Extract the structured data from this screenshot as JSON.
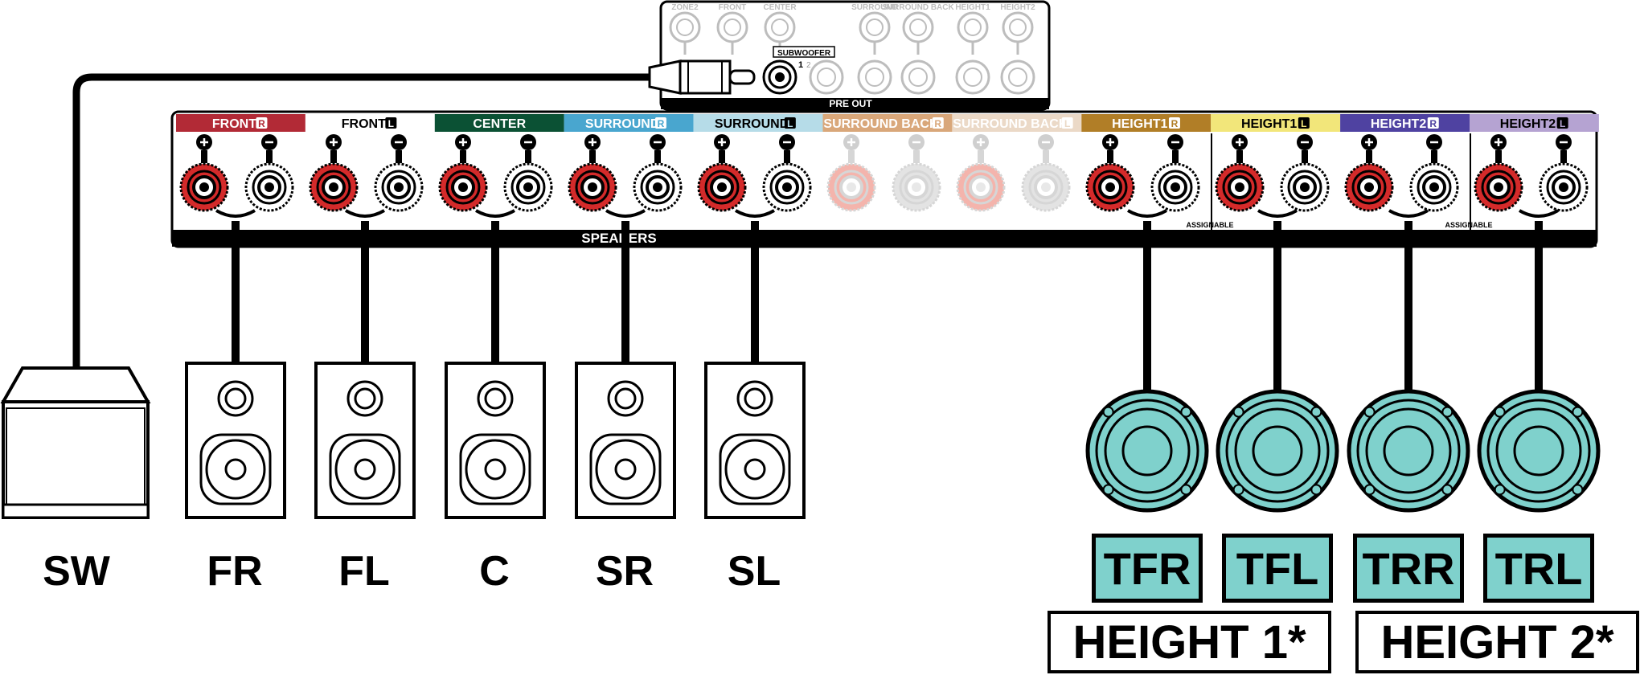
{
  "preout": {
    "title": "PRE OUT",
    "subwoofer_label": "SUBWOOFER",
    "sub_num_1": "1",
    "sub_num_2": "2",
    "top_labels": [
      {
        "text": "ZONE2"
      },
      {
        "text": "FRONT"
      },
      {
        "text": "CENTER"
      },
      {
        "text": "SURROUND"
      },
      {
        "text": "SURROUND BACK"
      },
      {
        "text": "HEIGHT1"
      },
      {
        "text": "HEIGHT2"
      }
    ]
  },
  "speakers_panel": {
    "title": "SPEAKERS",
    "assignable": "ASSIGNABLE",
    "channels": [
      {
        "name": "FRONT",
        "side": "R",
        "color": "#b22a36",
        "text_color": "#ffffff",
        "faded": false
      },
      {
        "name": "FRONT",
        "side": "L",
        "color": "#ffffff",
        "text_color": "#000000",
        "faded": false
      },
      {
        "name": "CENTER",
        "side": "",
        "color": "#0b5134",
        "text_color": "#ffffff",
        "faded": false
      },
      {
        "name": "SURROUND",
        "side": "R",
        "color": "#49a6cf",
        "text_color": "#ffffff",
        "faded": false
      },
      {
        "name": "SURROUND",
        "side": "L",
        "color": "#b6dce8",
        "text_color": "#000000",
        "faded": false
      },
      {
        "name": "SURROUND BACK",
        "side": "R",
        "color": "#d9a77a",
        "text_color": "#ffffff",
        "faded": true
      },
      {
        "name": "SURROUND BACK",
        "side": "L",
        "color": "#ebd9c7",
        "text_color": "#ffffff",
        "faded": true
      },
      {
        "name": "HEIGHT1",
        "side": "R",
        "color": "#b17e27",
        "text_color": "#ffffff",
        "faded": false
      },
      {
        "name": "HEIGHT1",
        "side": "L",
        "color": "#f2e67a",
        "text_color": "#000000",
        "faded": false
      },
      {
        "name": "HEIGHT2",
        "side": "R",
        "color": "#4f42a1",
        "text_color": "#ffffff",
        "faded": false
      },
      {
        "name": "HEIGHT2",
        "side": "L",
        "color": "#b5a3d2",
        "text_color": "#000000",
        "faded": false
      }
    ]
  },
  "speakers": [
    {
      "label": "SW",
      "kind": "subwoofer"
    },
    {
      "label": "FR",
      "kind": "tower"
    },
    {
      "label": "FL",
      "kind": "tower"
    },
    {
      "label": "C",
      "kind": "tower"
    },
    {
      "label": "SR",
      "kind": "tower"
    },
    {
      "label": "SL",
      "kind": "tower"
    },
    {
      "label": "TFR",
      "kind": "ceiling"
    },
    {
      "label": "TFL",
      "kind": "ceiling"
    },
    {
      "label": "TRR",
      "kind": "ceiling"
    },
    {
      "label": "TRL",
      "kind": "ceiling"
    }
  ],
  "groups": [
    {
      "label": "HEIGHT 1*"
    },
    {
      "label": "HEIGHT 2*"
    }
  ],
  "colors": {
    "terminal_red": "#d42a2a",
    "ceiling_teal": "#7fd1cc",
    "faded_red": "#f4b4ac",
    "faded_white": "#e3e3e3"
  }
}
